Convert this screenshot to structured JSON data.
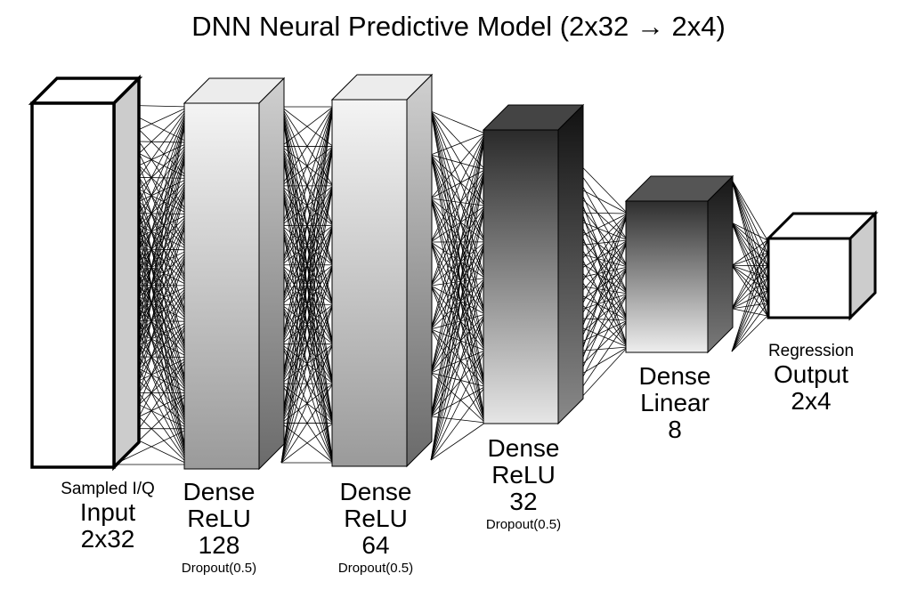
{
  "title": "DNN Neural Predictive Model (2x32 → 2x4)",
  "layers": [
    {
      "caption_top": "Sampled I/Q",
      "line1": "Input",
      "line2": "2x32",
      "note": ""
    },
    {
      "caption_top": "",
      "line1": "Dense",
      "line2": "ReLU",
      "line3": "128",
      "note": "Dropout(0.5)"
    },
    {
      "caption_top": "",
      "line1": "Dense",
      "line2": "ReLU",
      "line3": "64",
      "note": "Dropout(0.5)"
    },
    {
      "caption_top": "",
      "line1": "Dense",
      "line2": "ReLU",
      "line3": "32",
      "note": "Dropout(0.5)"
    },
    {
      "caption_top": "",
      "line1": "Dense",
      "line2": "Linear",
      "line3": "8",
      "note": ""
    },
    {
      "caption_top": "Regression",
      "line1": "Output",
      "line2": "2x4",
      "note": ""
    }
  ]
}
